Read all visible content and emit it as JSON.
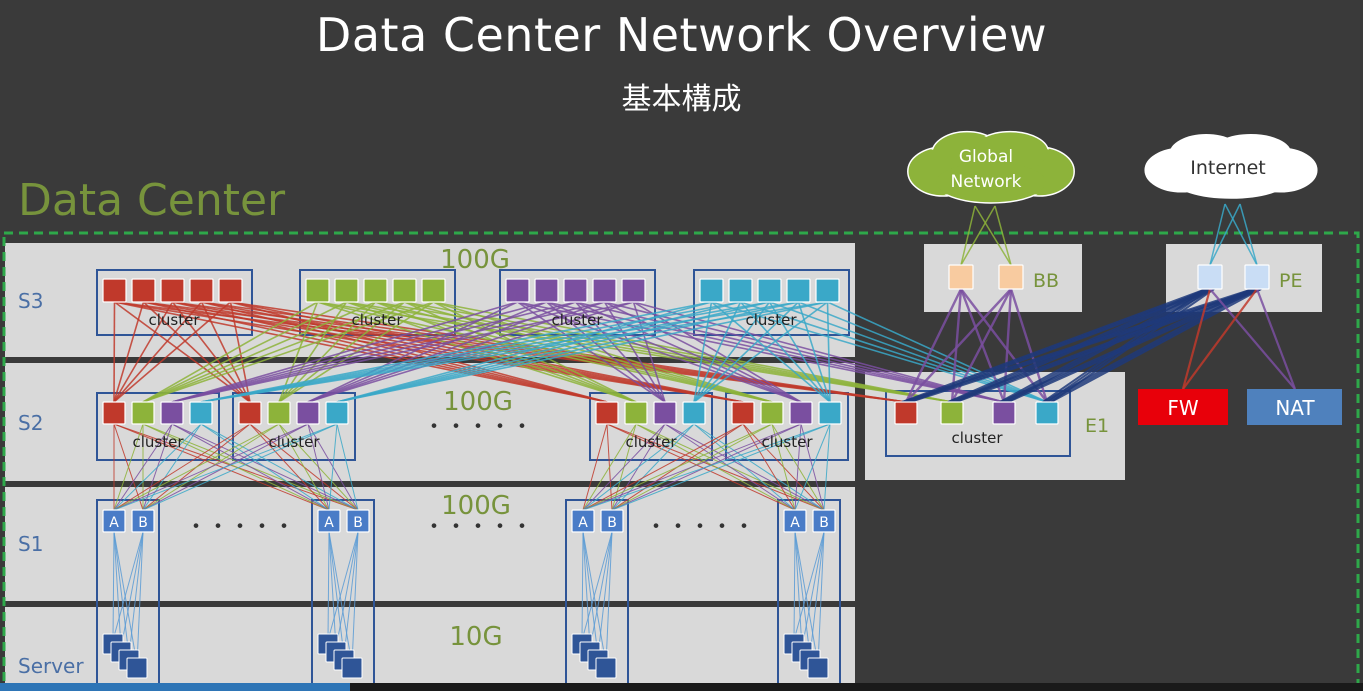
{
  "header": {
    "title": "Data Center Network Overview",
    "subtitle": "基本構成"
  },
  "datacenter": {
    "label": "Data Center"
  },
  "tiers": {
    "s3": "S3",
    "s2": "S2",
    "s1": "S1",
    "server": "Server"
  },
  "links": {
    "s3": "100G",
    "s2": "100G",
    "s1": "100G",
    "server": "10G"
  },
  "ellipsis": "・・・・・",
  "cluster_label": "cluster",
  "switch_labels": {
    "a": "A",
    "b": "B"
  },
  "edge": {
    "label": "E1",
    "cluster": "cluster"
  },
  "backbone": {
    "label": "BB",
    "cloud": [
      "Global",
      "Network"
    ]
  },
  "provider_edge": {
    "label": "PE",
    "cloud": "Internet"
  },
  "services": {
    "fw": "FW",
    "nat": "NAT"
  },
  "colors": {
    "background": "#3a3a3a",
    "panel": "#d9d9d9",
    "tier_divider": "#3a3a3a",
    "dashed_border": "#2ea84a",
    "label_green": "#77933c",
    "red": "#c0392b",
    "green": "#8db33a",
    "purple": "#7a4fa0",
    "cyan": "#3aa8c8",
    "navy": "#1f3a7a",
    "bb_orange": "#f8cba0",
    "pe_blue": "#c9ddf5",
    "fw": "#e8000a",
    "nat": "#4f81bd",
    "cloud_green": "#8db33a",
    "switch_blue": "#4a7cc7"
  }
}
